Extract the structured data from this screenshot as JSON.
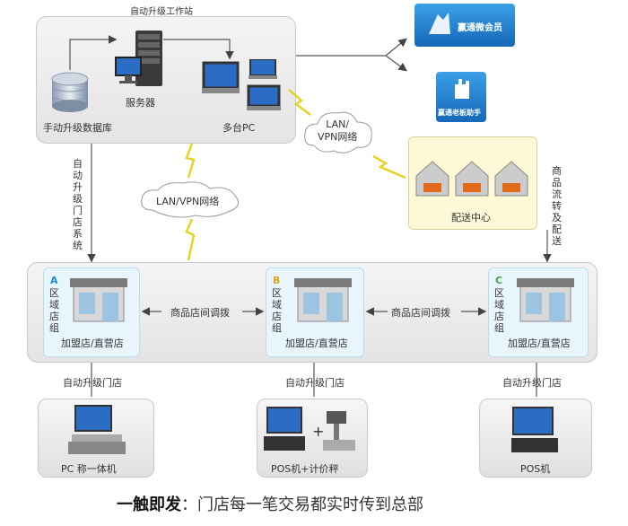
{
  "workstation": {
    "title": "自动升级工作站",
    "db_label": "手动升级数据库",
    "server_label": "服务器",
    "pc_label": "多台PC"
  },
  "apps": {
    "app1": "赢通微会员",
    "app2": "赢通老板助手"
  },
  "network": {
    "lan_top": "LAN/\nVPN网络",
    "lan_mid": "LAN/VPN网络"
  },
  "distribution": {
    "label": "配送中心",
    "flow_text": "商品流转及配送"
  },
  "left_vertical": "自动升级门店系统",
  "groups": [
    {
      "letter": "A",
      "vertical": "区域店组",
      "store": "加盟店/直营店",
      "letter_color": "#1a8fd6"
    },
    {
      "letter": "B",
      "vertical": "区域店组",
      "store": "加盟店/直营店",
      "letter_color": "#e8a020"
    },
    {
      "letter": "C",
      "vertical": "区域店组",
      "store": "加盟店/直营店",
      "letter_color": "#3aaa35"
    }
  ],
  "transfer_label": "商品店间调拨",
  "auto_upgrade_store": "自动升级门店",
  "terminals": {
    "t1": "PC 称一体机",
    "t2": "POS机+计价秤",
    "t3": "POS机"
  },
  "footer": {
    "bold": "一触即发",
    "colon": "：",
    "text": "门店每一笔交易都实时传到总部"
  },
  "colors": {
    "accent": "#1a8fd6",
    "panel": "#e8e8e8",
    "lightning": "#e6d21a"
  }
}
